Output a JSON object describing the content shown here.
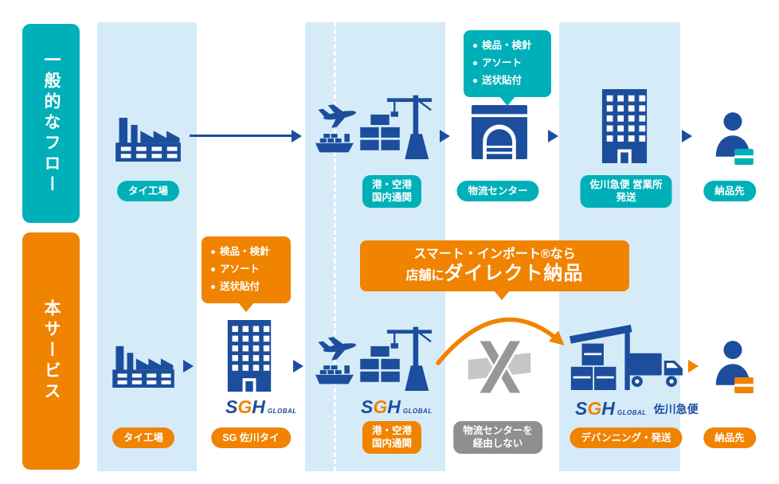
{
  "palette": {
    "teal": "#00b0b9",
    "orange": "#f08300",
    "dark_blue": "#1c4e9d",
    "light_blue": "#d6ebf8",
    "gray_badge": "#8f8f8f",
    "gray_icon": "#9a9a9a"
  },
  "general_flow": {
    "lane_label": "一般的なフロー",
    "steps": [
      {
        "icon": "factory-icon",
        "label": "タイ工場"
      },
      {
        "icon": "airplane-ship-crane-icon",
        "label_line1": "港・空港",
        "label_line2": "国内通関"
      },
      {
        "icon": "logistics-center-icon",
        "label": "物流センター"
      },
      {
        "icon": "office-building-icon",
        "label_line1": "佐川急便 営業所",
        "label_line2": "発送"
      },
      {
        "icon": "person-package-icon",
        "label": "納品先"
      }
    ],
    "callout_items": [
      "検品・検針",
      "アソート",
      "送状貼付"
    ]
  },
  "service_flow": {
    "lane_label": "本サービス",
    "steps": [
      {
        "icon": "factory-icon",
        "label": "タイ工場"
      },
      {
        "icon": "sgh-building-icon",
        "label": "SG 佐川タイ"
      },
      {
        "icon": "airplane-ship-crane-icon",
        "label_line1": "港・空港",
        "label_line2": "国内通関"
      },
      {
        "icon": "no-logistics-center-icon",
        "label_line1": "物流センターを",
        "label_line2": "経由しない"
      },
      {
        "icon": "devanning-truck-icon",
        "label": "デバンニング・発送",
        "carrier": "佐川急便"
      },
      {
        "icon": "person-package-icon",
        "label": "納品先"
      }
    ],
    "callout_items": [
      "検品・検針",
      "アソート",
      "送状貼付"
    ],
    "highlight": {
      "line1": "スマート・インポート®なら",
      "line2_prefix": "店舗に",
      "line2_main": "ダイレクト納品"
    }
  },
  "logo": {
    "s": "S",
    "g": "G",
    "h": "H",
    "global": "GLOBAL"
  }
}
